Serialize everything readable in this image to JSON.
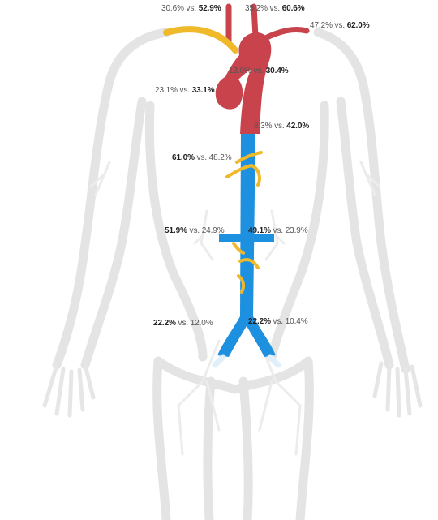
{
  "colors": {
    "silhouette": "#e6e6e6",
    "artery": "#c8434b",
    "aorta_lower": "#1e90e0",
    "highlight_yellow": "#f0b929",
    "label_text": "#555555",
    "label_bold": "#222222"
  },
  "labels": {
    "neck_left": {
      "a": "30.6%",
      "sep": " vs. ",
      "b": "52.9%",
      "bold": "b"
    },
    "neck_right": {
      "a": "35.2%",
      "sep": " vs. ",
      "b": "60.6%",
      "bold": "b"
    },
    "subclavian": {
      "a": "47.2%",
      "sep": " vs. ",
      "b": "62.0%",
      "bold": "b"
    },
    "arch": {
      "a": "13.0%",
      "sep": " vs. ",
      "b": "30.4%",
      "bold": "b"
    },
    "ascending": {
      "a": "23.1%",
      "sep": " vs. ",
      "b": "33.1%",
      "bold": "b"
    },
    "descending": {
      "a": "8.3%",
      "sep": " vs. ",
      "b": "42.0%",
      "bold": "b"
    },
    "thoracic": {
      "a": "61.0%",
      "sep": " vs. ",
      "b": "48.2%",
      "bold": "a"
    },
    "renal_left": {
      "a": "51.9%",
      "sep": " vs. ",
      "b": "24.9%",
      "bold": "a"
    },
    "renal_right": {
      "a": "49.1%",
      "sep": " vs. ",
      "b": "23.9%",
      "bold": "a"
    },
    "iliac_left": {
      "a": "22.2%",
      "sep": " vs. ",
      "b": "12.0%",
      "bold": "a"
    },
    "iliac_right": {
      "a": "22.2%",
      "sep": " vs. ",
      "b": "10.4%",
      "bold": "a"
    }
  }
}
